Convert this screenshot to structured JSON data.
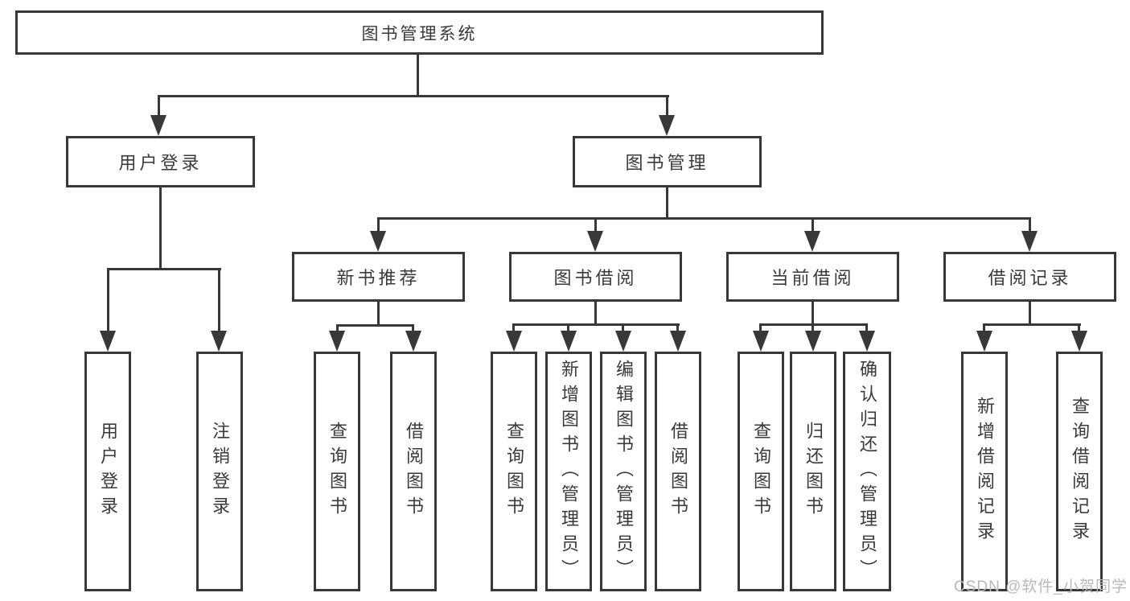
{
  "diagram": {
    "root": "图书管理系统",
    "user_login": {
      "label": "用户登录",
      "children": [
        "用户登录",
        "注销登录"
      ]
    },
    "book_mgmt": {
      "label": "图书管理",
      "sections": [
        {
          "label": "新书推荐",
          "children": [
            "查询图书",
            "借阅图书"
          ]
        },
        {
          "label": "图书借阅",
          "children": [
            "查询图书",
            "新增图书（管理员）",
            "编辑图书（管理员）",
            "借阅图书"
          ]
        },
        {
          "label": "当前借阅",
          "children": [
            "查询图书",
            "归还图书",
            "确认归还（管理员）"
          ]
        },
        {
          "label": "借阅记录",
          "children": [
            "新增借阅记录",
            "查询借阅记录"
          ]
        }
      ]
    },
    "watermark": "CSDN @软件_小贺同学",
    "colors": {
      "line": "#383838",
      "text": "#3a3a3a",
      "watermark": "#b9b9b9",
      "background": "#ffffff"
    }
  }
}
